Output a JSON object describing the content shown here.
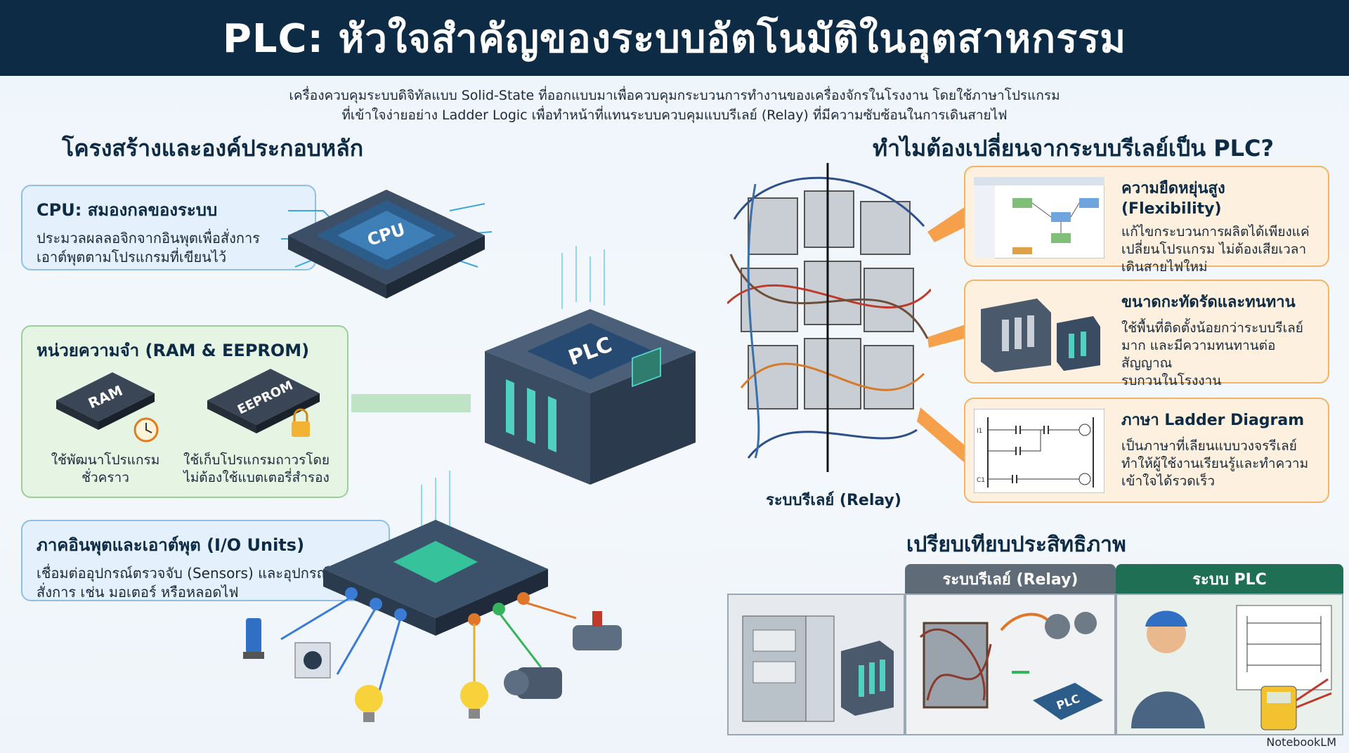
{
  "header": {
    "title": "PLC: หัวใจสำคัญของระบบอัตโนมัติในอุตสาหกรรม"
  },
  "intro": {
    "line1": "เครื่องควบคุมระบบดิจิทัลแบบ Solid-State ที่ออกแบบมาเพื่อควบคุมกระบวนการทำงานของเครื่องจักรในโรงงาน โดยใช้ภาษาโปรแกรม",
    "line2": "ที่เข้าใจง่ายอย่าง Ladder Logic เพื่อทำหน้าที่แทนระบบควบคุมแบบรีเลย์ (Relay) ที่มีความซับซ้อนในการเดินสายไฟ"
  },
  "left": {
    "title": "โครงสร้างและองค์ประกอบหลัก",
    "cpu": {
      "title": "CPU: สมองกลของระบบ",
      "text1": "ประมวลผลลอจิกจากอินพุตเพื่อสั่งการ",
      "text2": "เอาต์พุตตามโปรแกรมที่เขียนไว้",
      "chip": "CPU"
    },
    "memory": {
      "title": "หน่วยความจำ (RAM & EEPROM)",
      "ram_chip": "RAM",
      "eeprom_chip": "EEPROM",
      "ram_text1": "ใช้พัฒนาโปรแกรม",
      "ram_text2": "ชั่วคราว",
      "eeprom_text1": "ใช้เก็บโปรแกรมถาวรโดย",
      "eeprom_text2": "ไม่ต้องใช้แบตเตอรี่สำรอง"
    },
    "io": {
      "title": "ภาคอินพุตและเอาต์พุต (I/O Units)",
      "text1": "เชื่อมต่ออุปกรณ์ตรวจจับ (Sensors) และอุปกรณ์",
      "text2": "สั่งการ เช่น มอเตอร์ หรือหลอดไฟ"
    },
    "plc_label": "PLC"
  },
  "right": {
    "title": "ทำไมต้องเปลี่ยนจากระบบรีเลย์เป็น PLC?",
    "relay_caption": "ระบบรีเลย์ (Relay)",
    "benefits": [
      {
        "title": "ความยืดหยุ่นสูง (Flexibility)",
        "text1": "แก้ไขกระบวนการผลิตได้เพียงแค่",
        "text2": "เปลี่ยนโปรแกรม ไม่ต้องเสียเวลา",
        "text3": "เดินสายไฟใหม่"
      },
      {
        "title": "ขนาดกะทัดรัดและทนทาน",
        "text1": "ใช้พื้นที่ติดตั้งน้อยกว่าระบบรีเลย์",
        "text2": "มาก และมีความทนทานต่อสัญญาณ",
        "text3": "รบกวนในโรงงาน"
      },
      {
        "title": "ภาษา Ladder Diagram",
        "text1": "เป็นภาษาที่เลียนแบบวงจรรีเลย์",
        "text2": "ทำให้ผู้ใช้งานเรียนรู้และทำความ",
        "text3": "เข้าใจได้รวดเร็ว"
      }
    ],
    "ladder_labels": {
      "i1": "I1",
      "i2": "C1"
    },
    "compare": {
      "title": "เปรียบเทียบประสิทธิภาพ",
      "relay_head": "ระบบรีเลย์ (Relay)",
      "plc_head": "ระบบ PLC",
      "chip": "PLC"
    }
  },
  "watermark": "NotebookLM",
  "colors": {
    "header": "#0d2b45",
    "blue": "#8fbfe6",
    "green": "#9ccf97",
    "orange": "#f2b467",
    "plc_green": "#1f6f55"
  }
}
